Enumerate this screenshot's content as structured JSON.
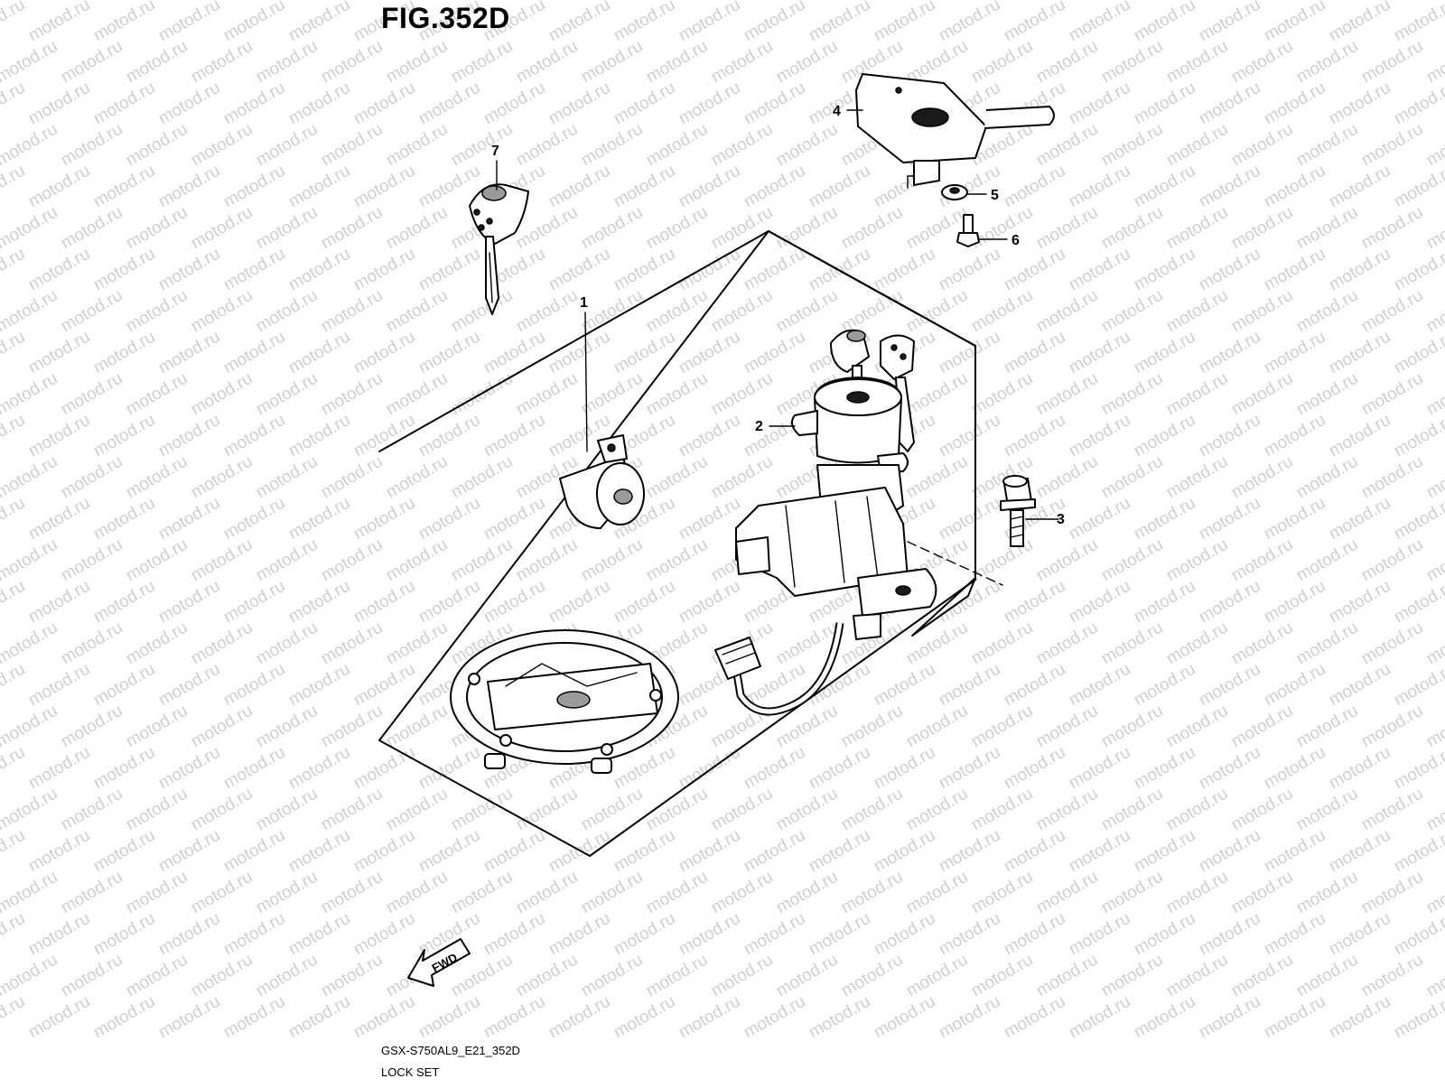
{
  "figure": {
    "title": "FIG.352D",
    "code": "GSX-S750AL9_E21_352D",
    "name": "LOCK SET"
  },
  "watermark": {
    "text": "motod.ru",
    "color": "#cfcfcf"
  },
  "callouts": [
    "1",
    "2",
    "3",
    "4",
    "5",
    "6",
    "7"
  ],
  "fwd_label": "FWD"
}
